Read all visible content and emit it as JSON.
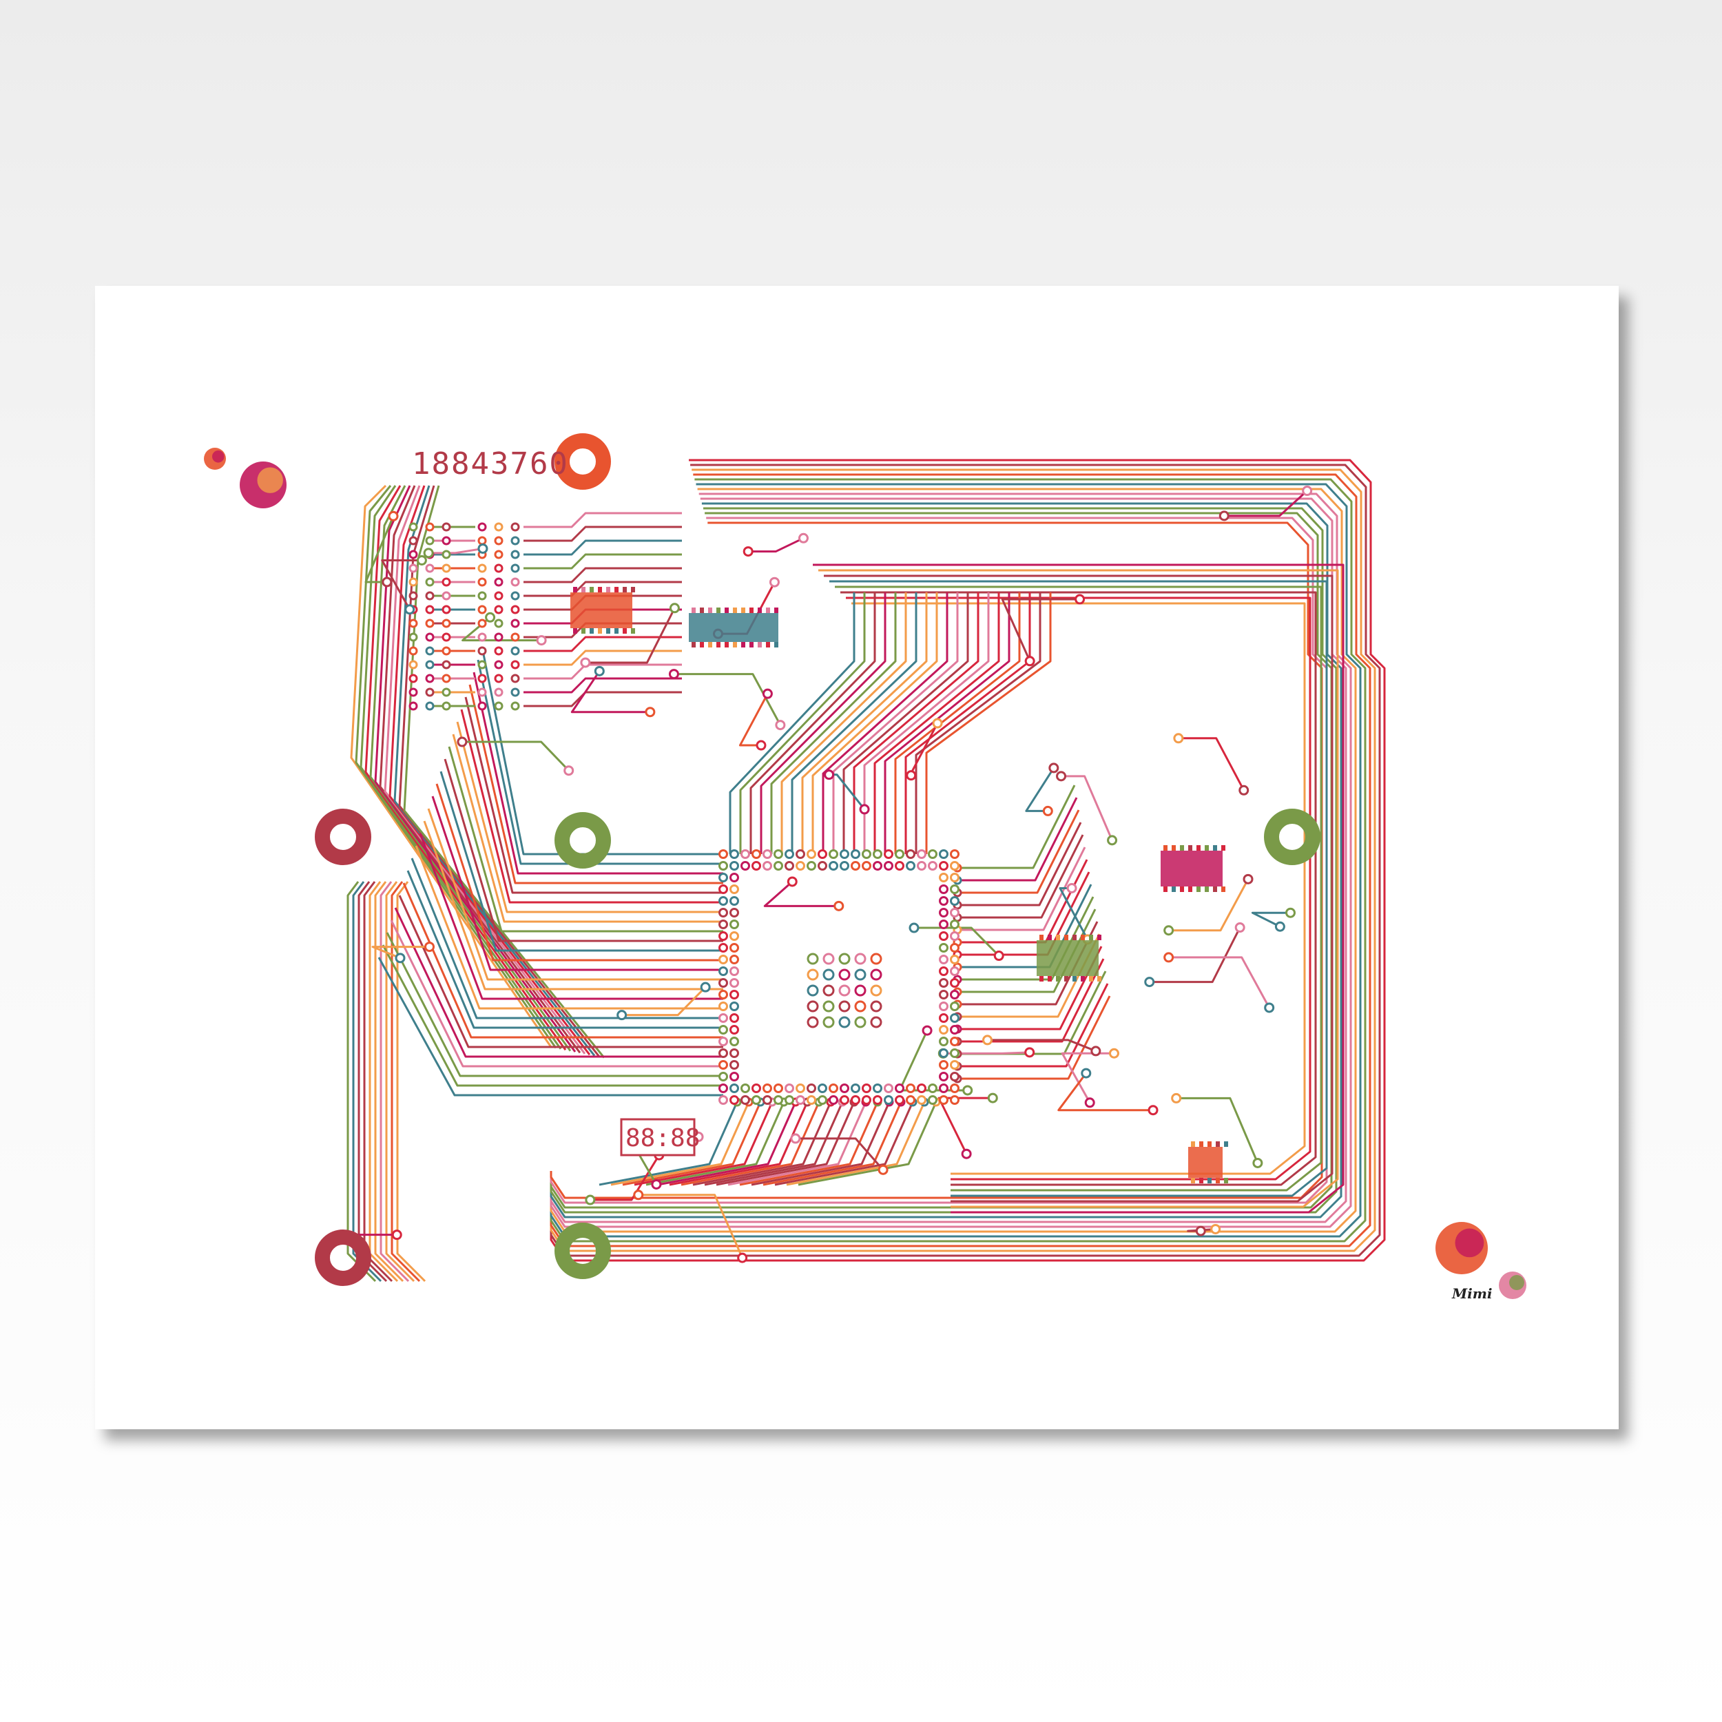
{
  "artwork": {
    "serial_number": "18843760",
    "display_readout": "88:88",
    "signature": "Mimi",
    "palette": [
      "#d7263d",
      "#e8542f",
      "#f39c4a",
      "#c2185b",
      "#3f7f8c",
      "#7a9a48",
      "#e07a9a",
      "#b23a48"
    ]
  }
}
